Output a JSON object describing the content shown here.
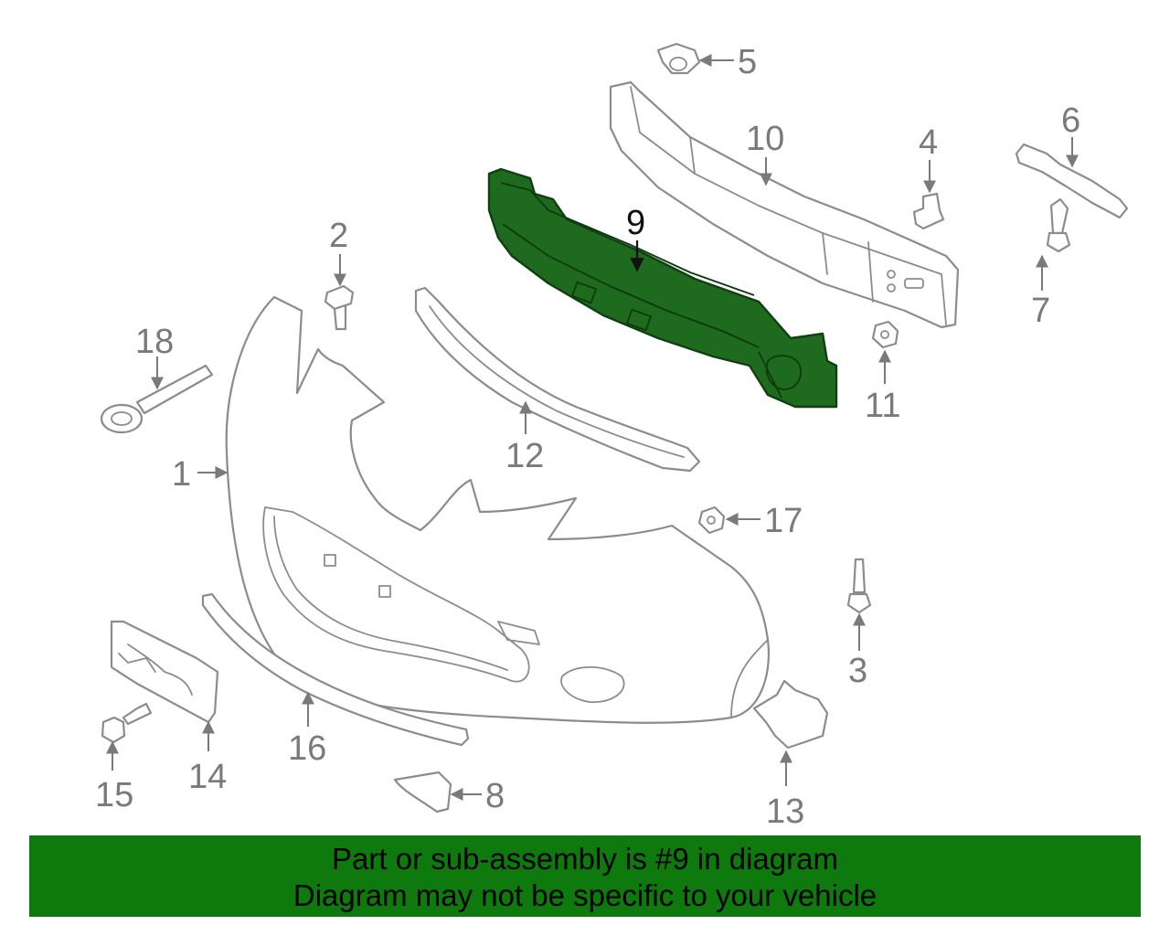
{
  "callouts": {
    "c1": "1",
    "c2": "2",
    "c3": "3",
    "c4": "4",
    "c5": "5",
    "c6": "6",
    "c7": "7",
    "c8": "8",
    "c9": "9",
    "c10": "10",
    "c11": "11",
    "c12": "12",
    "c13": "13",
    "c14": "14",
    "c15": "15",
    "c16": "16",
    "c17": "17",
    "c18": "18"
  },
  "highlighted_part": "9",
  "colors": {
    "highlight": "#1e6a1e",
    "banner": "#0e7a0e",
    "line_art": "#8c8c8c"
  },
  "banner": {
    "line1": "Part or sub-assembly is #9 in diagram",
    "line2": "Diagram may not be specific to your vehicle"
  }
}
